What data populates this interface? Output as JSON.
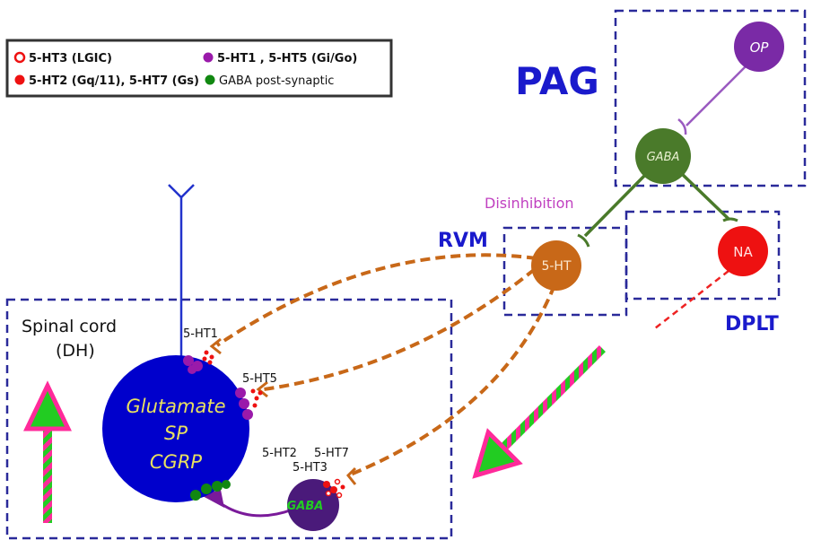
{
  "legend": {
    "items": [
      {
        "label": "5-HT3 (LGIC)",
        "marker": "open-red-circle"
      },
      {
        "label": "5-HT1 , 5-HT5 (Gi/Go)",
        "marker": "purple-dot"
      },
      {
        "label": "5-HT2 (Gq/11), 5-HT7 (Gs)",
        "marker": "red-dot"
      },
      {
        "label": "GABA post-synaptic",
        "marker": "green-dot"
      }
    ]
  },
  "regions": {
    "pag": "PAG",
    "rvm": "RVM",
    "dplt": "DPLT",
    "spinal_line1": "Spinal cord",
    "spinal_line2": "(DH)"
  },
  "nodes": {
    "op": "OP",
    "gaba_pag": "GABA",
    "ht_rvm": "5-HT",
    "na": "NA",
    "glutamate_line1": "Glutamate",
    "glutamate_line2": "SP",
    "glutamate_line3": "CGRP",
    "gaba_spinal": "GABA"
  },
  "labels": {
    "disinhibition": "Disinhibition",
    "r_5ht1": "5-HT1",
    "r_5ht5": "5-HT5",
    "r_5ht2": "5-HT2",
    "r_5ht7": "5-HT7",
    "r_5ht3": "5-HT3"
  },
  "colors": {
    "region_border": "#2a2a9a",
    "region_text": "#1a1acc",
    "neuron_blue": "#0000cc",
    "op_purple": "#7a2aa6",
    "gaba_green": "#4a7a2a",
    "ht_orange": "#c86818",
    "na_red": "#ee1111",
    "gaba_spinal": "#4a1a7a",
    "disinhibition": "#c040c0",
    "node_text_yellow": "#e8e060",
    "arrow_pink": "#ff2a9a",
    "arrow_green": "#22cc22"
  }
}
